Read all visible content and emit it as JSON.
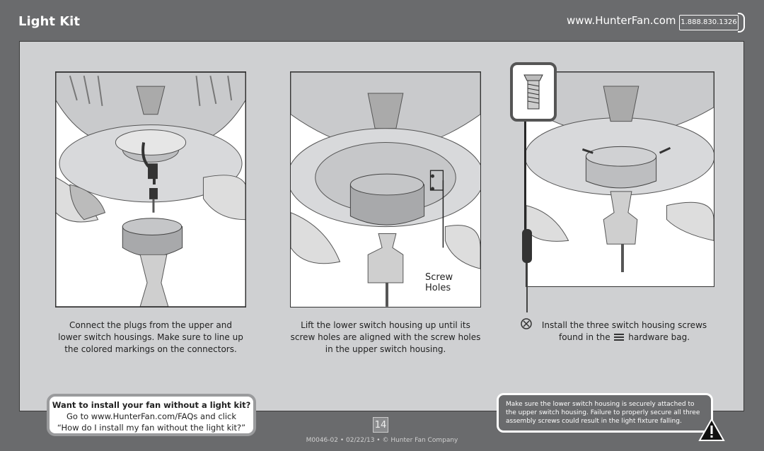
{
  "header": {
    "title": "Light Kit",
    "url": "www.HunterFan.com",
    "phone": "1.888.830.1326"
  },
  "steps": [
    {
      "caption": [
        "Connect the plugs from the upper and",
        "lower switch housings. Make sure to line up",
        "the colored markings on the connectors."
      ]
    },
    {
      "caption": [
        "Lift the lower switch housing up until its",
        "screw holes are aligned with the screw holes",
        "in the upper switch housing."
      ],
      "label": [
        "Screw",
        "Holes"
      ]
    },
    {
      "caption_line1": "Install the three switch housing screws",
      "caption_line2_pre": "found in the",
      "caption_line2_post": "hardware bag.",
      "icons": [
        "x-mark-icon",
        "hardware-bag-icon"
      ]
    }
  ],
  "note": {
    "title": "Want to install your fan without a light kit?",
    "line1": "Go to www.HunterFan.com/FAQs and click",
    "line2": "“How do I install my fan without the light kit?”"
  },
  "warning": {
    "text": "Make sure the lower switch housing is securely attached to the upper switch housing. Failure to properly secure all three assembly screws could result in the light fixture falling.",
    "icon": "warning-triangle-icon"
  },
  "page_number": "14",
  "footer": "M0046-02 • 02/22/13 • © Hunter Fan Company"
}
